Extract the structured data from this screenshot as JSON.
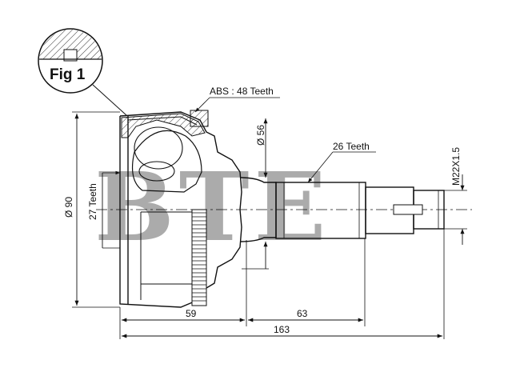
{
  "figure_label": "Fig 1",
  "watermark": "BTE",
  "annotations": {
    "abs_teeth": "ABS : 48 Teeth",
    "outer_teeth": "26 Teeth",
    "inner_teeth": "27 Teeth"
  },
  "dimensions": {
    "outer_diameter": "Ø 90",
    "seal_diameter": "Ø 56",
    "thread": "M22X1.5",
    "length_joint": "59",
    "length_shaft": "63",
    "length_total": "163"
  },
  "colors": {
    "line": "#111111",
    "watermark": "#8f8f8f",
    "hatch": "#333333"
  }
}
